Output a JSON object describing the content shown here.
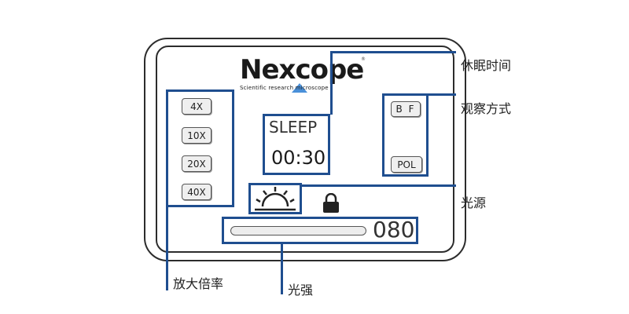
{
  "logo": {
    "brand": "Nexcope",
    "tagline": "Scientific research microscope",
    "registered": "®",
    "accent_color": "#4a90d9"
  },
  "magnification": {
    "buttons": [
      "4X",
      "10X",
      "20X",
      "40X"
    ]
  },
  "sleep": {
    "label": "SLEEP",
    "time": "00:30"
  },
  "observation": {
    "buttons": [
      "B F",
      "POL"
    ]
  },
  "light_source": {
    "icon": "sun-icon",
    "lock_icon": "lock-icon"
  },
  "intensity": {
    "value": "080",
    "level_fraction": 0.0
  },
  "callouts": {
    "sleep_time": "休眠时间",
    "observation_mode": "观察方式",
    "light_source": "光源",
    "magnification": "放大倍率",
    "light_intensity": "光强"
  },
  "colors": {
    "annotation_blue": "#1f4e8f",
    "frame": "#2c2c2c"
  }
}
